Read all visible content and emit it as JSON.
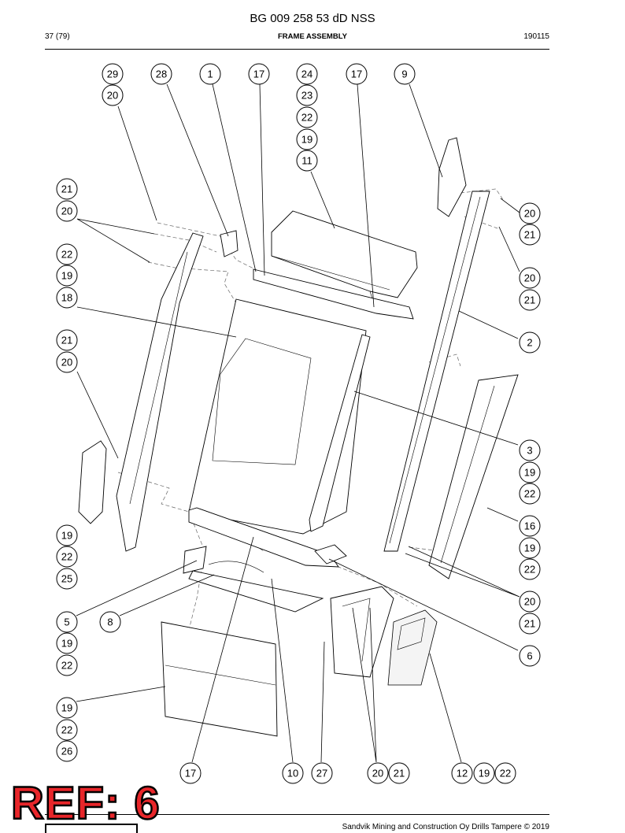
{
  "header": {
    "doc_code": "BG 009 258 53 dD NSS",
    "page": "37 (79)",
    "section": "FRAME ASSEMBLY",
    "date_code": "190115"
  },
  "callouts": {
    "top": [
      "29",
      "20",
      "28",
      "1",
      "17",
      "24",
      "23",
      "22",
      "19",
      "11",
      "17",
      "9"
    ],
    "left": [
      "21",
      "20",
      "22",
      "19",
      "18",
      "21",
      "20",
      "19",
      "22",
      "25",
      "5",
      "8",
      "19",
      "22",
      "19",
      "22",
      "26"
    ],
    "right": [
      "20",
      "21",
      "20",
      "21",
      "2",
      "3",
      "19",
      "22",
      "16",
      "19",
      "22",
      "20",
      "21",
      "6"
    ],
    "bottom": [
      "17",
      "10",
      "27",
      "20",
      "21",
      "12",
      "19",
      "22"
    ]
  },
  "ref_stamp": "REF: 6",
  "footer": {
    "copyright": "Sandvik Mining and Construction Oy Drills Tampere © 2019"
  }
}
